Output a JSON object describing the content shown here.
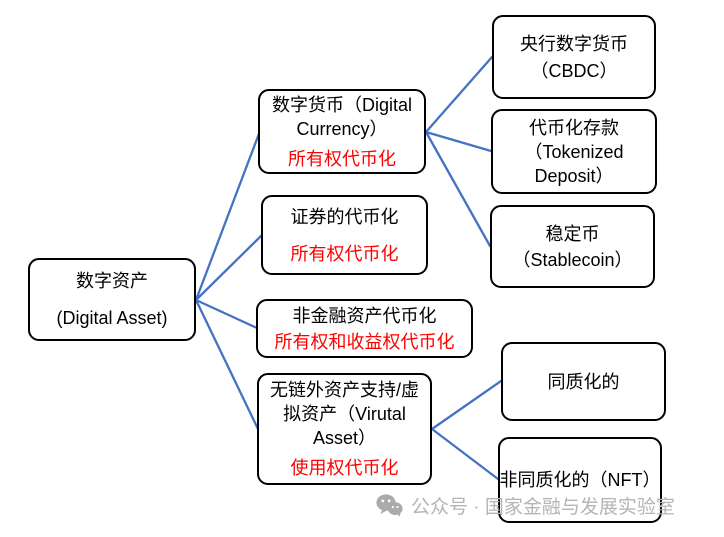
{
  "colors": {
    "edge_line": "#4472C4",
    "box_border": "#000000",
    "text": "#000000",
    "highlight_red": "#FF0000",
    "watermark_gray": "#b4b4b4"
  },
  "nodes": {
    "root": {
      "lines": [
        "数字资产",
        "(Digital Asset)"
      ]
    },
    "dcur": {
      "lines": [
        "数字货币（Digital",
        "Currency）"
      ],
      "note": "所有权代币化"
    },
    "sec": {
      "lines": [
        "证券的代币化"
      ],
      "note": "所有权代币化"
    },
    "nonfin": {
      "lines": [
        "非金融资产代币化"
      ],
      "note": "所有权和收益权代币化"
    },
    "virt": {
      "lines": [
        "无链外资产支持/虚",
        "拟资产（Virutal",
        "Asset）"
      ],
      "note": "使用权代币化"
    },
    "cbdc": {
      "lines": [
        "央行数字货币",
        "（CBDC）"
      ]
    },
    "tok": {
      "lines": [
        "代币化存款",
        "（Tokenized",
        "Deposit）"
      ]
    },
    "stab": {
      "lines": [
        "稳定币",
        "（Stablecoin）"
      ]
    },
    "fun": {
      "lines": [
        "同质化的"
      ]
    },
    "nft": {
      "lines": [
        "非同质化的（NFT）"
      ]
    }
  },
  "edges": [
    {
      "from": "root",
      "to": "dcur"
    },
    {
      "from": "root",
      "to": "sec"
    },
    {
      "from": "root",
      "to": "nonfin"
    },
    {
      "from": "root",
      "to": "virt"
    },
    {
      "from": "dcur",
      "to": "cbdc"
    },
    {
      "from": "dcur",
      "to": "tok"
    },
    {
      "from": "dcur",
      "to": "stab"
    },
    {
      "from": "virt",
      "to": "fun"
    },
    {
      "from": "virt",
      "to": "nft"
    }
  ],
  "watermark": {
    "icon": "wechat-icon",
    "text": "公众号 · 国家金融与发展实验室"
  }
}
